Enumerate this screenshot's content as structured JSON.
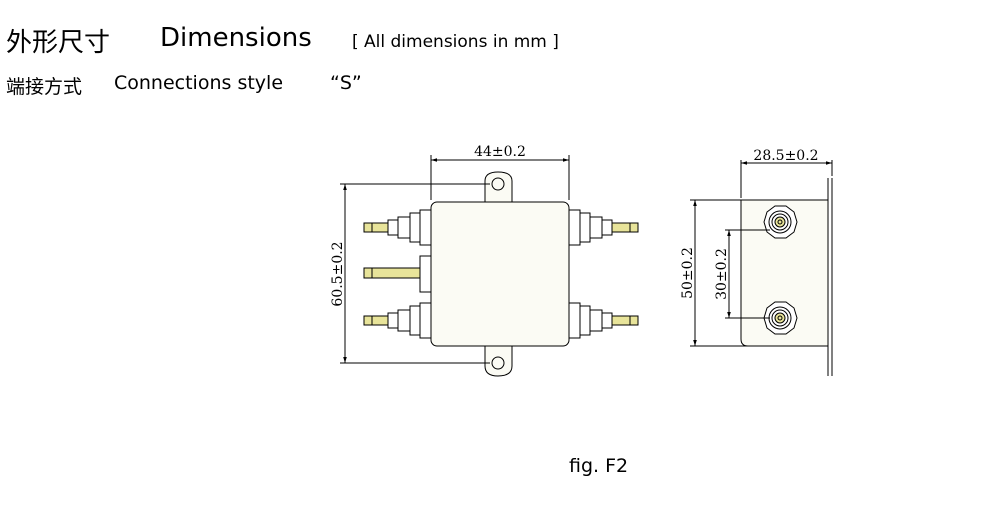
{
  "header": {
    "title_cn": "外形尺寸",
    "title_en": "Dimensions",
    "title_note": "[ All dimensions in mm ]"
  },
  "subheader": {
    "connection_cn": "端接方式",
    "connection_en": "Connections style",
    "connection_code": "“S”"
  },
  "drawing": {
    "dim_width": "44±0.2",
    "dim_height": "60.5±0.2",
    "dim_depth": "28.5±0.2",
    "dim_mount": "50±0.2",
    "dim_terminal_pitch": "30±0.2",
    "terminal_color": "#e8e49a",
    "body_fill": "#fbfbf4",
    "line_color": "#000000"
  },
  "caption": "fig. F2"
}
